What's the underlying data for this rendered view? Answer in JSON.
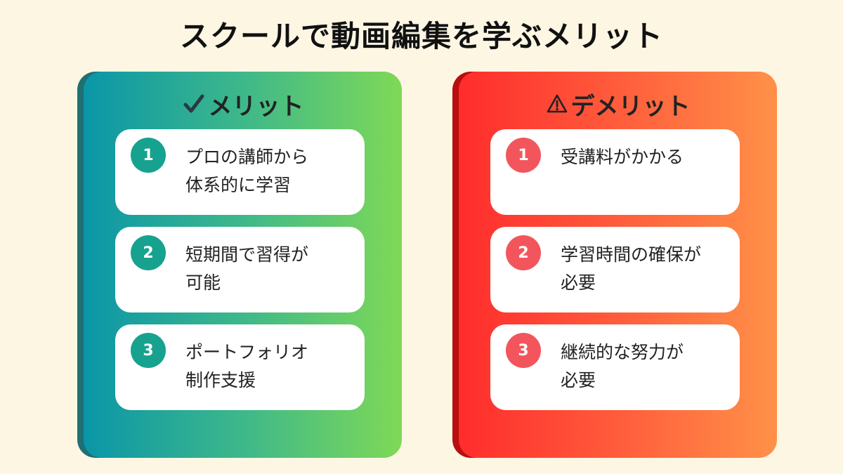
{
  "title": "スクールで動画編集を学ぶメリット",
  "colors": {
    "background": "#fdf6e3",
    "merit_gradient": [
      "#0a96a8",
      "#3eb88a",
      "#7fd957"
    ],
    "demerit_gradient": [
      "#ff2c2c",
      "#ff5c3c",
      "#ff9148"
    ],
    "merit_badge": "#17a28f",
    "demerit_badge": "#f2565c"
  },
  "merit": {
    "icon": "checkmark-icon",
    "heading": "メリット",
    "items": [
      {
        "number": "1",
        "text": "プロの講師から\n体系的に学習"
      },
      {
        "number": "2",
        "text": "短期間で習得が\n可能"
      },
      {
        "number": "3",
        "text": "ポートフォリオ\n制作支援"
      }
    ]
  },
  "demerit": {
    "icon": "warning-icon",
    "heading": "デメリット",
    "items": [
      {
        "number": "1",
        "text": "受講料がかかる"
      },
      {
        "number": "2",
        "text": "学習時間の確保が\n必要"
      },
      {
        "number": "3",
        "text": "継続的な努力が\n必要"
      }
    ]
  }
}
